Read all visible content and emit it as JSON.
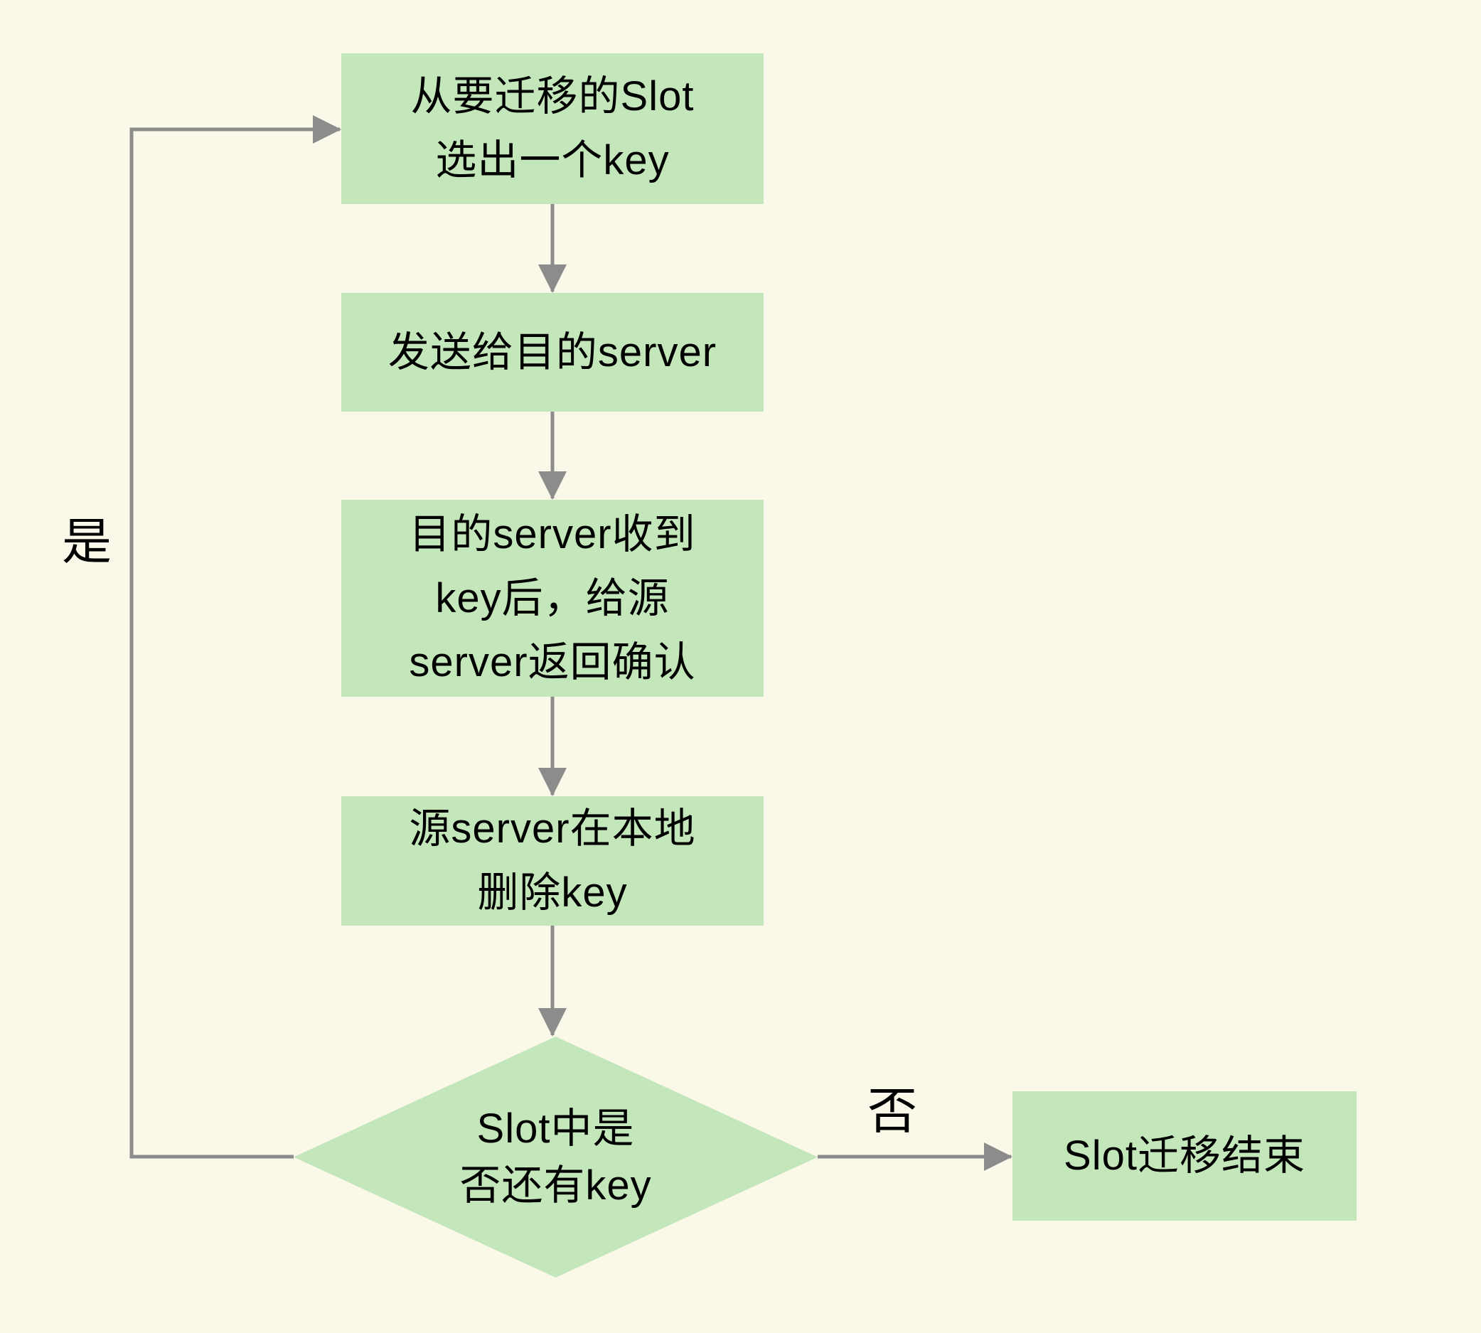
{
  "diagram": {
    "title_implicit": "Slot key migration flow",
    "colors": {
      "background": "#faf8e9",
      "node_fill": "#c4e6bb",
      "connector": "#8c8c8c",
      "text": "#000000"
    },
    "nodes": {
      "select_key": {
        "lines": [
          "从要迁移的Slot",
          "选出一个key"
        ]
      },
      "send": {
        "lines": [
          "发送给目的server"
        ]
      },
      "confirm": {
        "lines": [
          "目的server收到",
          "key后，给源",
          "server返回确认"
        ]
      },
      "delete_key": {
        "lines": [
          "源server在本地",
          "删除key"
        ]
      },
      "decision": {
        "lines": [
          "Slot中是",
          "否还有key"
        ]
      },
      "end": {
        "lines": [
          "Slot迁移结束"
        ]
      }
    },
    "edges": {
      "yes_label": "是",
      "no_label": "否"
    }
  }
}
